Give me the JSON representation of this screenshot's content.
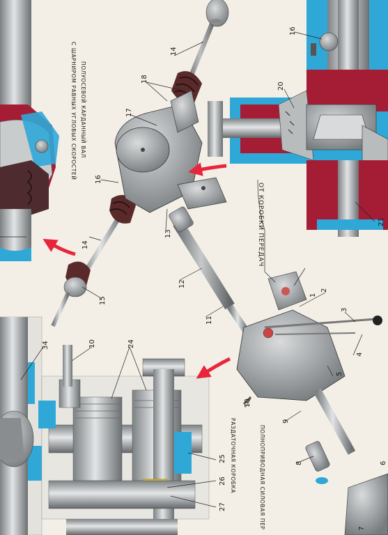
{
  "captions": {
    "cv_shaft": "ПОЛУОСЕВОЙ КАРДАННЫЙ ВАЛ",
    "cv_joint": "С ШАРНИРОМ РАВНЫХ УГЛОВЫХ СКОРОСТЕЙ",
    "from_gearbox": "ОТ КОРОБКИ ПЕРЕДАЧ",
    "transfer_case": "РАЗДАТОЧНАЯ КОРОБКА",
    "power_train": "ПОЛНОПРИВОДНАЯ СИЛОВАЯ ПЕР"
  },
  "labels": [
    "1",
    "2",
    "3",
    "4",
    "5",
    "6",
    "7",
    "8",
    "9",
    "10",
    "10",
    "11",
    "12",
    "13",
    "14",
    "14",
    "15",
    "16",
    "16",
    "17",
    "18",
    "20",
    "21",
    "24",
    "25",
    "26",
    "27",
    "34"
  ],
  "colors": {
    "paper": "#f3efe6",
    "metal": "#a9acae",
    "steel_dark": "#6e7376",
    "section_red": "#a51d35",
    "section_blue": "#2fa8d8",
    "boot": "#5a2a2a",
    "arrow": "#e8253a",
    "brass": "#e8c020"
  }
}
